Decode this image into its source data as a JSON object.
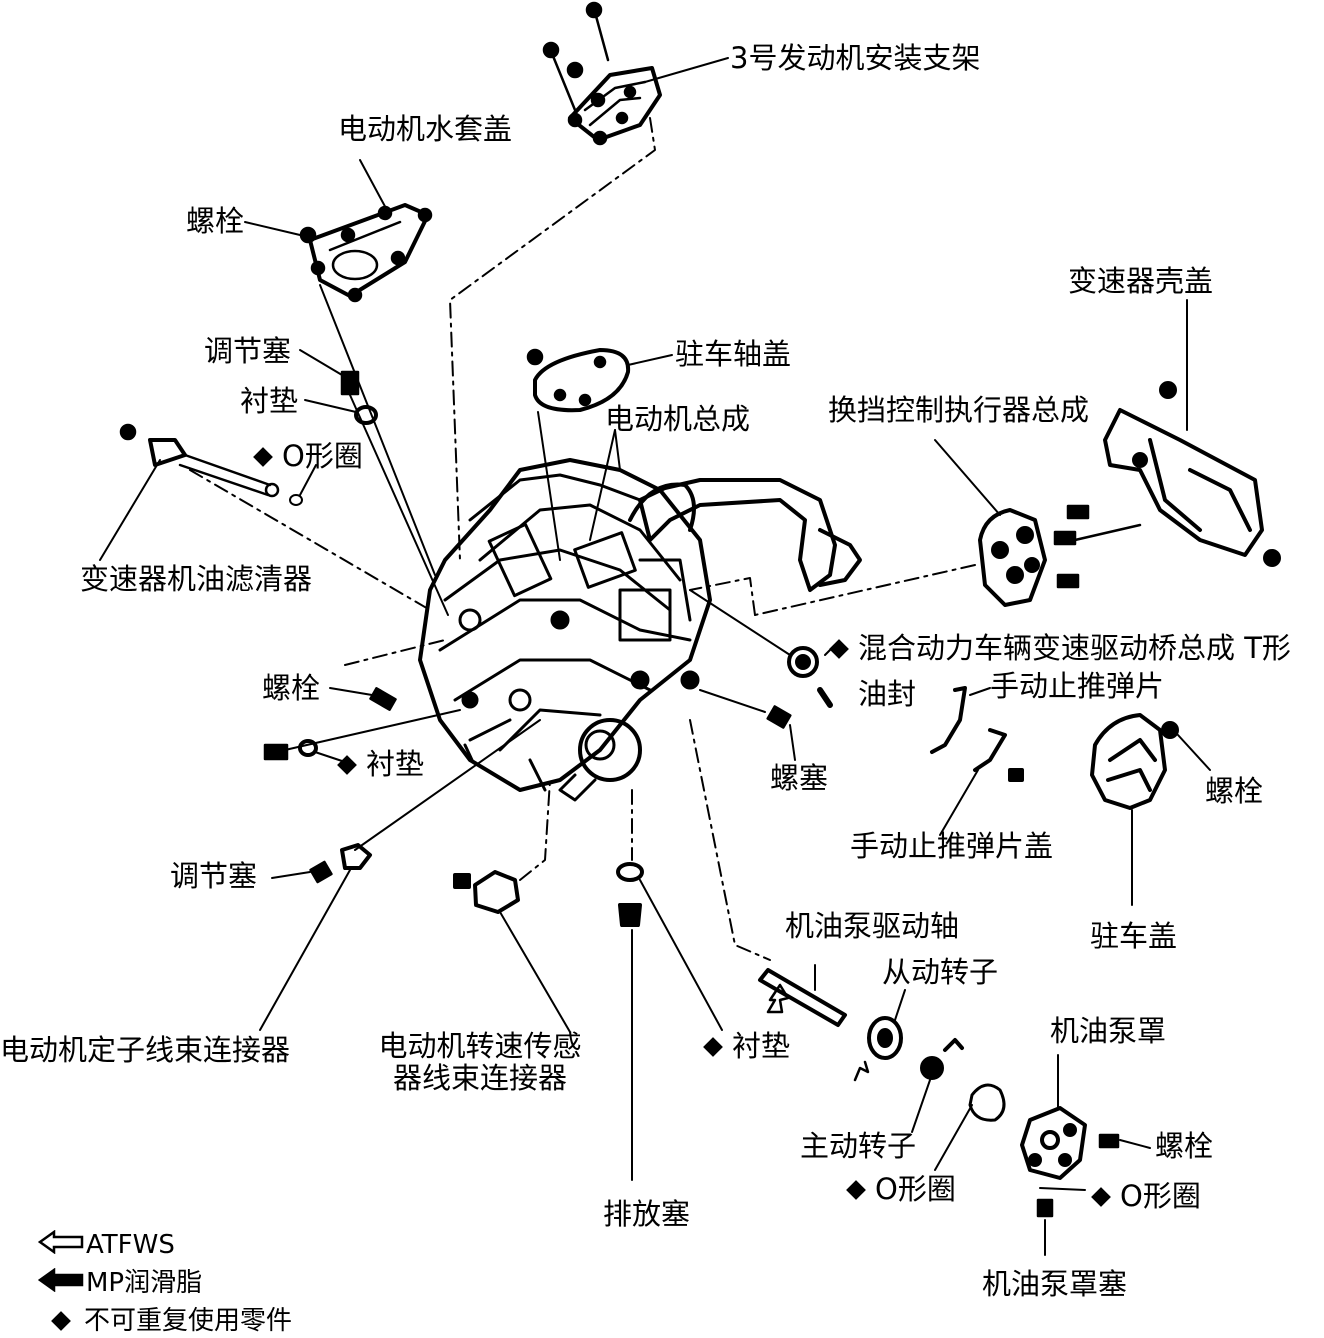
{
  "labels": {
    "mount_bracket": "3号发动机安装支架",
    "motor_jacket_cover": "电动机水套盖",
    "bolt_1": "螺栓",
    "adjust_plug_1": "调节塞",
    "gasket_1": "衬垫",
    "o_ring_1": "O形圈",
    "trans_filter": "变速器机油滤清器",
    "parking_shaft_cover": "驻车轴盖",
    "motor_assy": "电动机总成",
    "shift_actuator": "换挡控制执行器总成",
    "trans_case_cover": "变速器壳盖",
    "hv_transaxle_seal_1": "混合动力车辆变速驱动桥总成 T形",
    "hv_transaxle_seal_2": "油封",
    "bolt_2": "螺栓",
    "gasket_2": "衬垫",
    "manual_detent_spring": "手动止推弹片",
    "screw_plug": "螺塞",
    "manual_detent_cover": "手动止推弹片盖",
    "bolt_3": "螺栓",
    "adjust_plug_2": "调节塞",
    "parking_cover": "驻车盖",
    "oil_pump_shaft": "机油泵驱动轴",
    "driven_rotor": "从动转子",
    "stator_connector": "电动机定子线束连接器",
    "speed_sensor_connector": "电动机转速传感\n器线束连接器",
    "gasket_3": "衬垫",
    "oil_pump_cover": "机油泵罩",
    "drive_rotor": "主动转子",
    "bolt_4": "螺栓",
    "o_ring_2": "O形圈",
    "o_ring_3": "O形圈",
    "drain_plug": "排放塞",
    "oil_pump_cover_plug": "机油泵罩塞"
  },
  "legend": {
    "atfws": "ATFWS",
    "mp_grease": "MP润滑脂",
    "non_reusable": "不可重复使用零件"
  }
}
